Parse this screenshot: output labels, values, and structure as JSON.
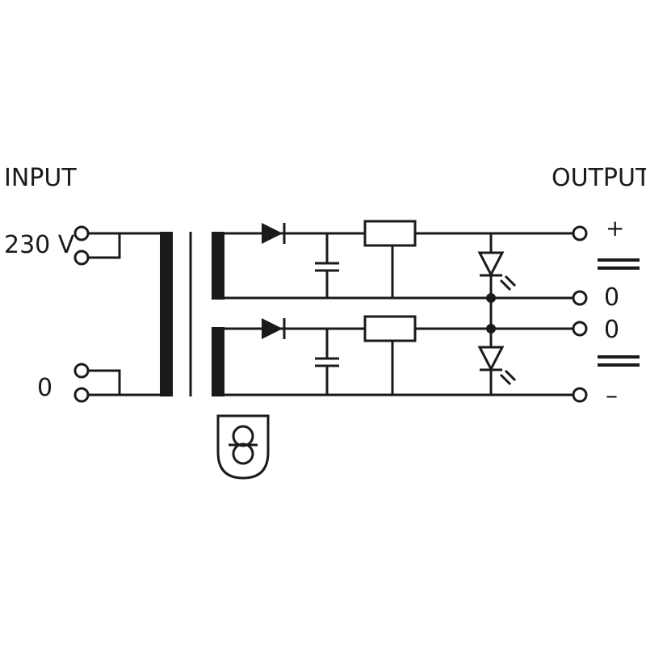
{
  "labels": {
    "input": "INPUT",
    "output": "OUTPUT",
    "input_voltage": "230 V",
    "input_neutral": "0",
    "out_plus": "+",
    "out_zero_top": "0",
    "out_zero_bottom": "0",
    "out_minus": "–"
  },
  "symbols": {
    "transformer": "transformer-icon",
    "safety_transformer": "safety-isolating-transformer-icon",
    "diode": "diode-icon",
    "capacitor": "capacitor-icon",
    "regulator": "regulator-icon",
    "led": "led-icon",
    "dc": "dc-symbol-icon"
  },
  "colors": {
    "ink": "#1a1a1a",
    "background": "#ffffff"
  }
}
